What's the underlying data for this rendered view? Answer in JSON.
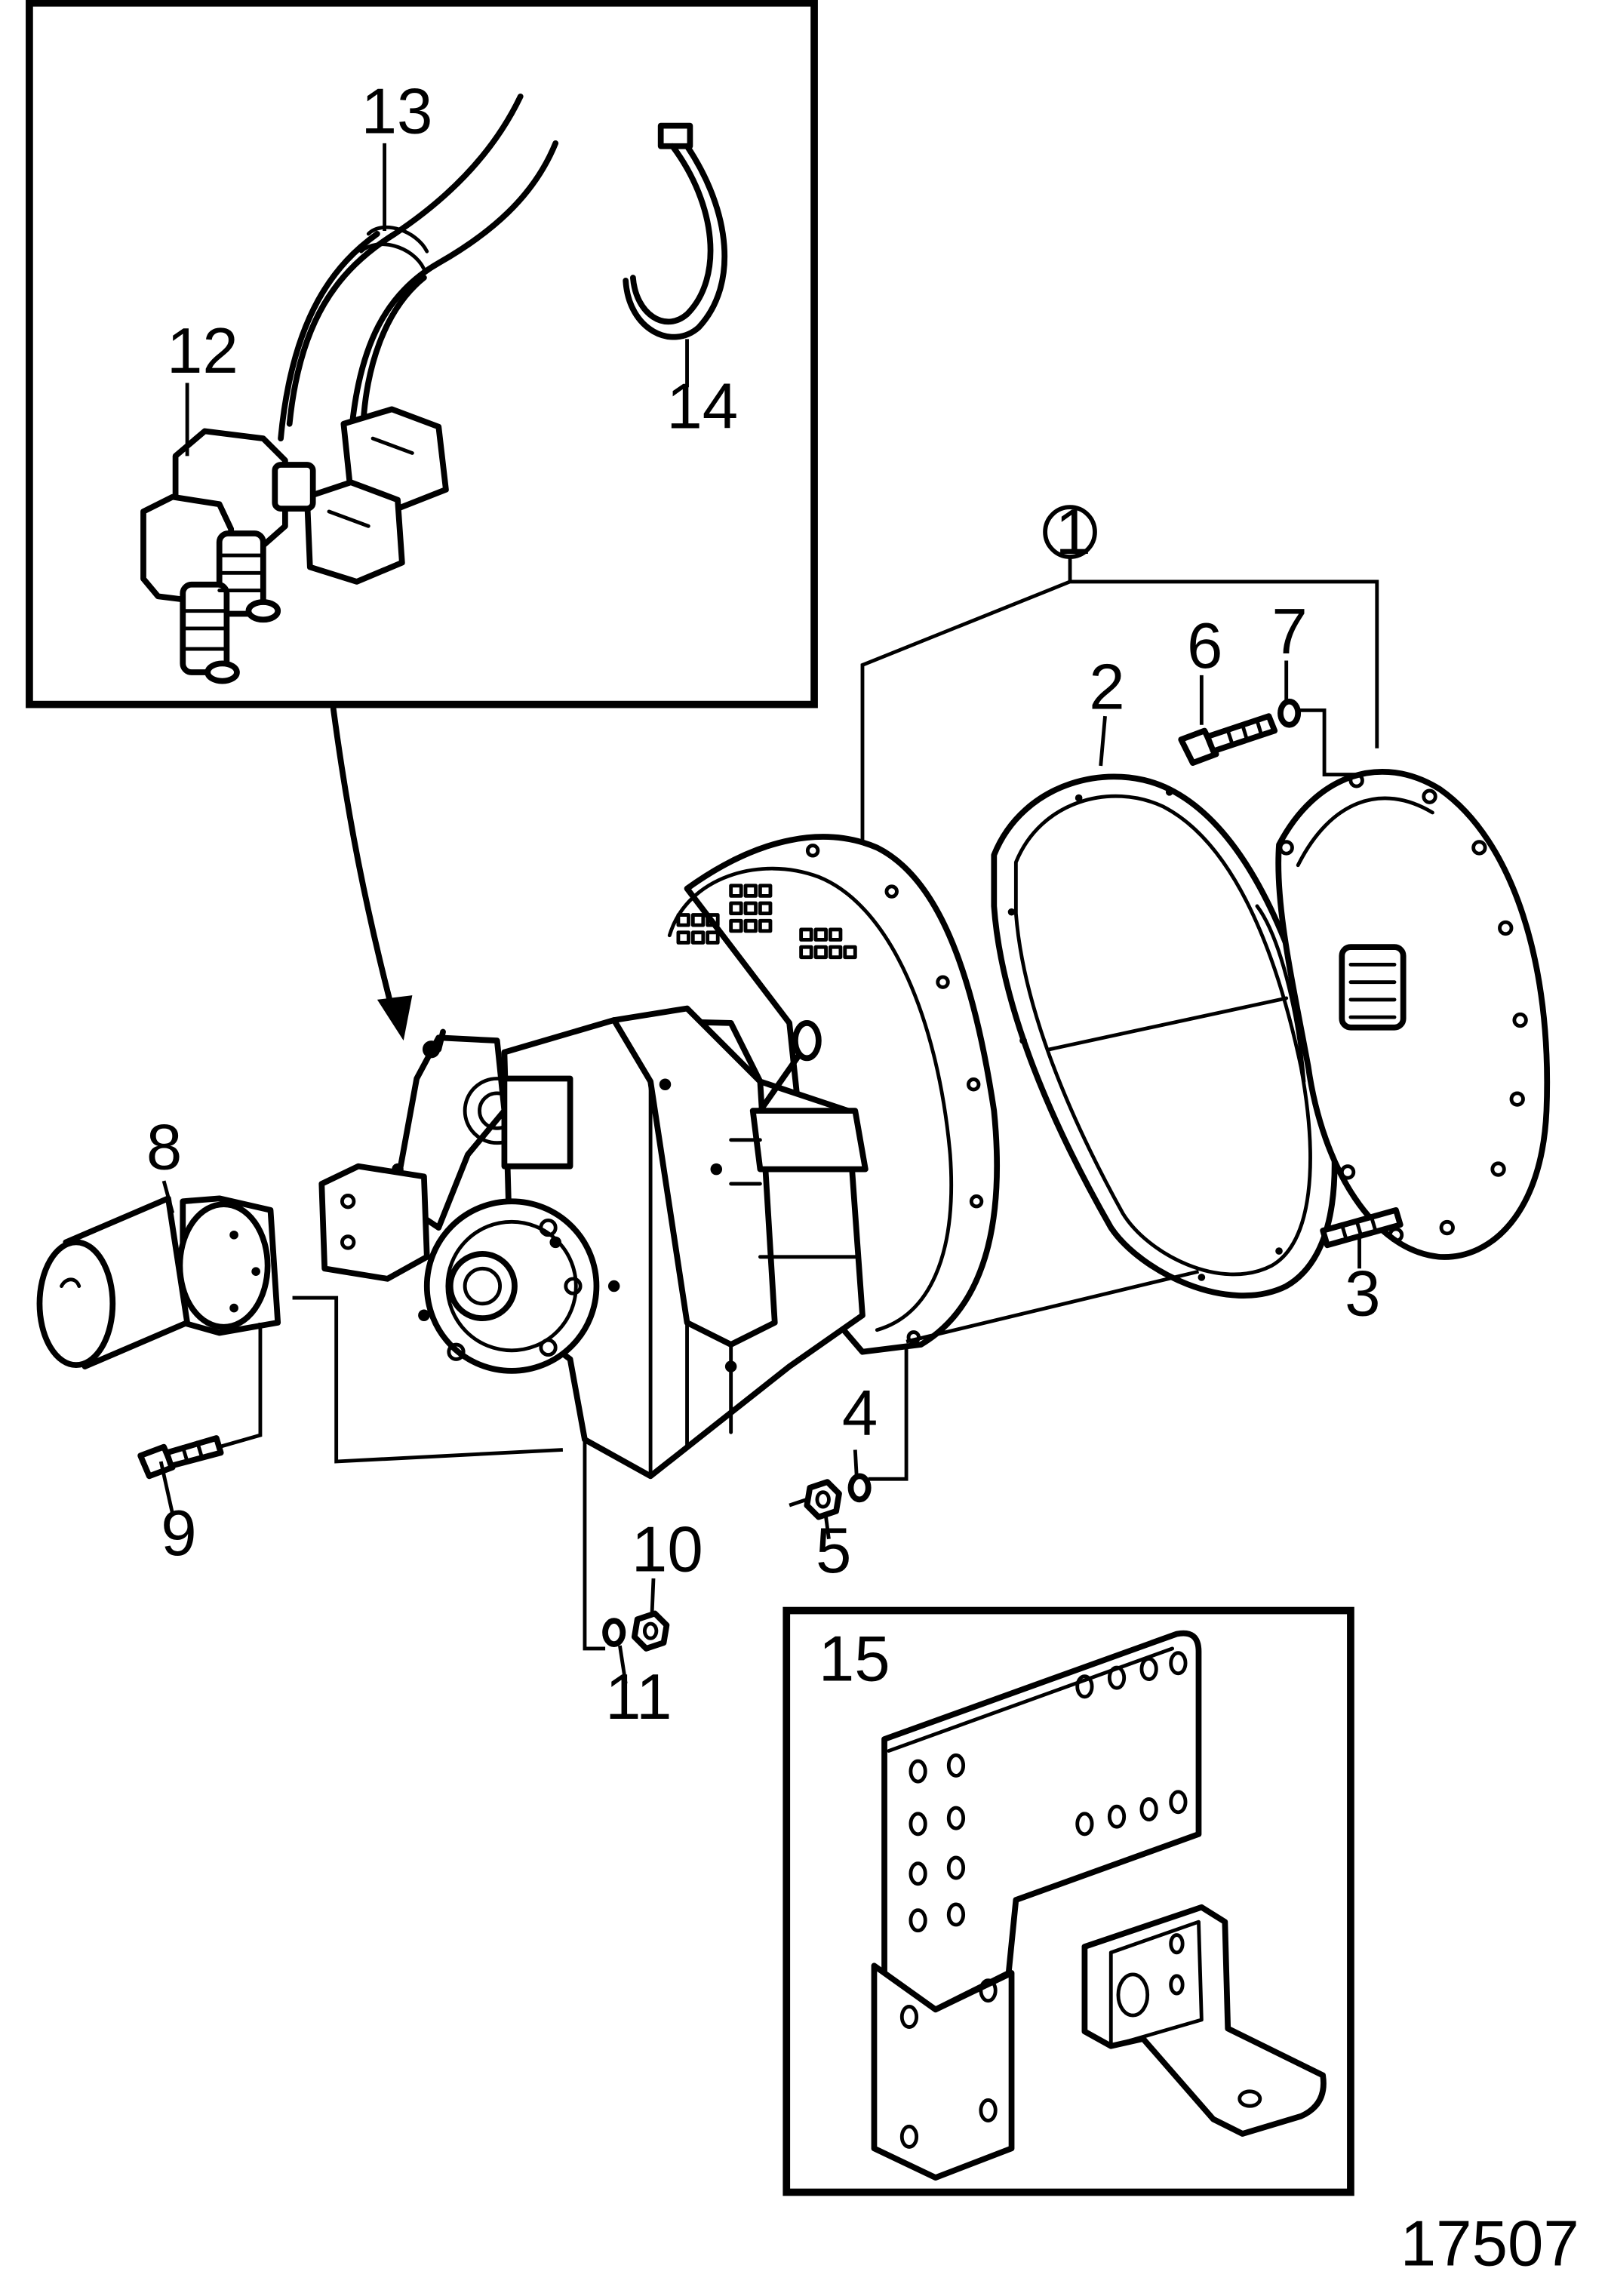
{
  "figure": {
    "number": "17507",
    "inset_hoses_labels": [
      "12",
      "13",
      "14"
    ],
    "inset_bracket_label": "15",
    "kit_label": "1"
  },
  "callouts": [
    {
      "id": "c1",
      "text": "1"
    },
    {
      "id": "c2",
      "text": "2"
    },
    {
      "id": "c3",
      "text": "3"
    },
    {
      "id": "c4",
      "text": "4"
    },
    {
      "id": "c5",
      "text": "5"
    },
    {
      "id": "c6",
      "text": "6"
    },
    {
      "id": "c7",
      "text": "7"
    },
    {
      "id": "c8",
      "text": "8"
    },
    {
      "id": "c9",
      "text": "9"
    },
    {
      "id": "c10",
      "text": "10"
    },
    {
      "id": "c11",
      "text": "11"
    },
    {
      "id": "c12",
      "text": "12"
    },
    {
      "id": "c13",
      "text": "13"
    },
    {
      "id": "c14",
      "text": "14"
    },
    {
      "id": "c15",
      "text": "15"
    }
  ]
}
